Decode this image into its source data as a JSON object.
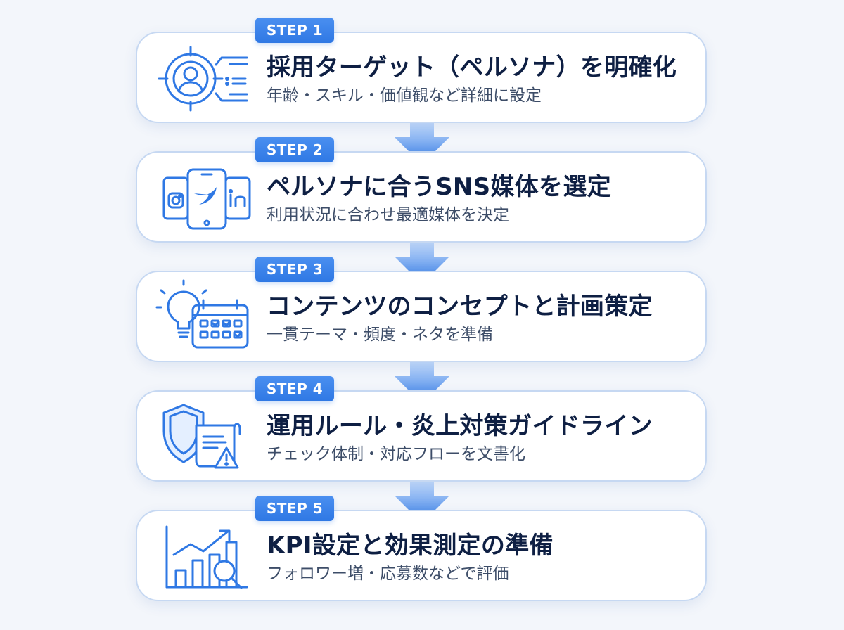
{
  "theme": {
    "background": "#f3f6fb",
    "card_border": "#c6d8f2",
    "badge": "#2f78e4",
    "title_text": "#0e1f43",
    "subtitle_text": "#3d4d68",
    "icon_stroke": "#2f78e4",
    "arrow_top": "#d9e9ff",
    "arrow_bottom": "#2f78e4"
  },
  "steps": [
    {
      "badge": "STEP 1",
      "title": "採用ターゲット（ペルソナ）を明確化",
      "subtitle": "年齢・スキル・価値観など詳細に設定",
      "icon": "persona-target-icon"
    },
    {
      "badge": "STEP 2",
      "title": "ペルソナに合うSNS媒体を選定",
      "subtitle": "利用状況に合わせ最適媒体を決定",
      "icon": "social-media-phones-icon"
    },
    {
      "badge": "STEP 3",
      "title": "コンテンツのコンセプトと計画策定",
      "subtitle": "一貫テーマ・頻度・ネタを準備",
      "icon": "lightbulb-calendar-icon"
    },
    {
      "badge": "STEP 4",
      "title": "運用ルール・炎上対策ガイドライン",
      "subtitle": "チェック体制・対応フローを文書化",
      "icon": "shield-document-warning-icon"
    },
    {
      "badge": "STEP 5",
      "title": "KPI設定と効果測定の準備",
      "subtitle": "フォロワー増・応募数などで評価",
      "icon": "growth-chart-magnifier-icon"
    }
  ]
}
